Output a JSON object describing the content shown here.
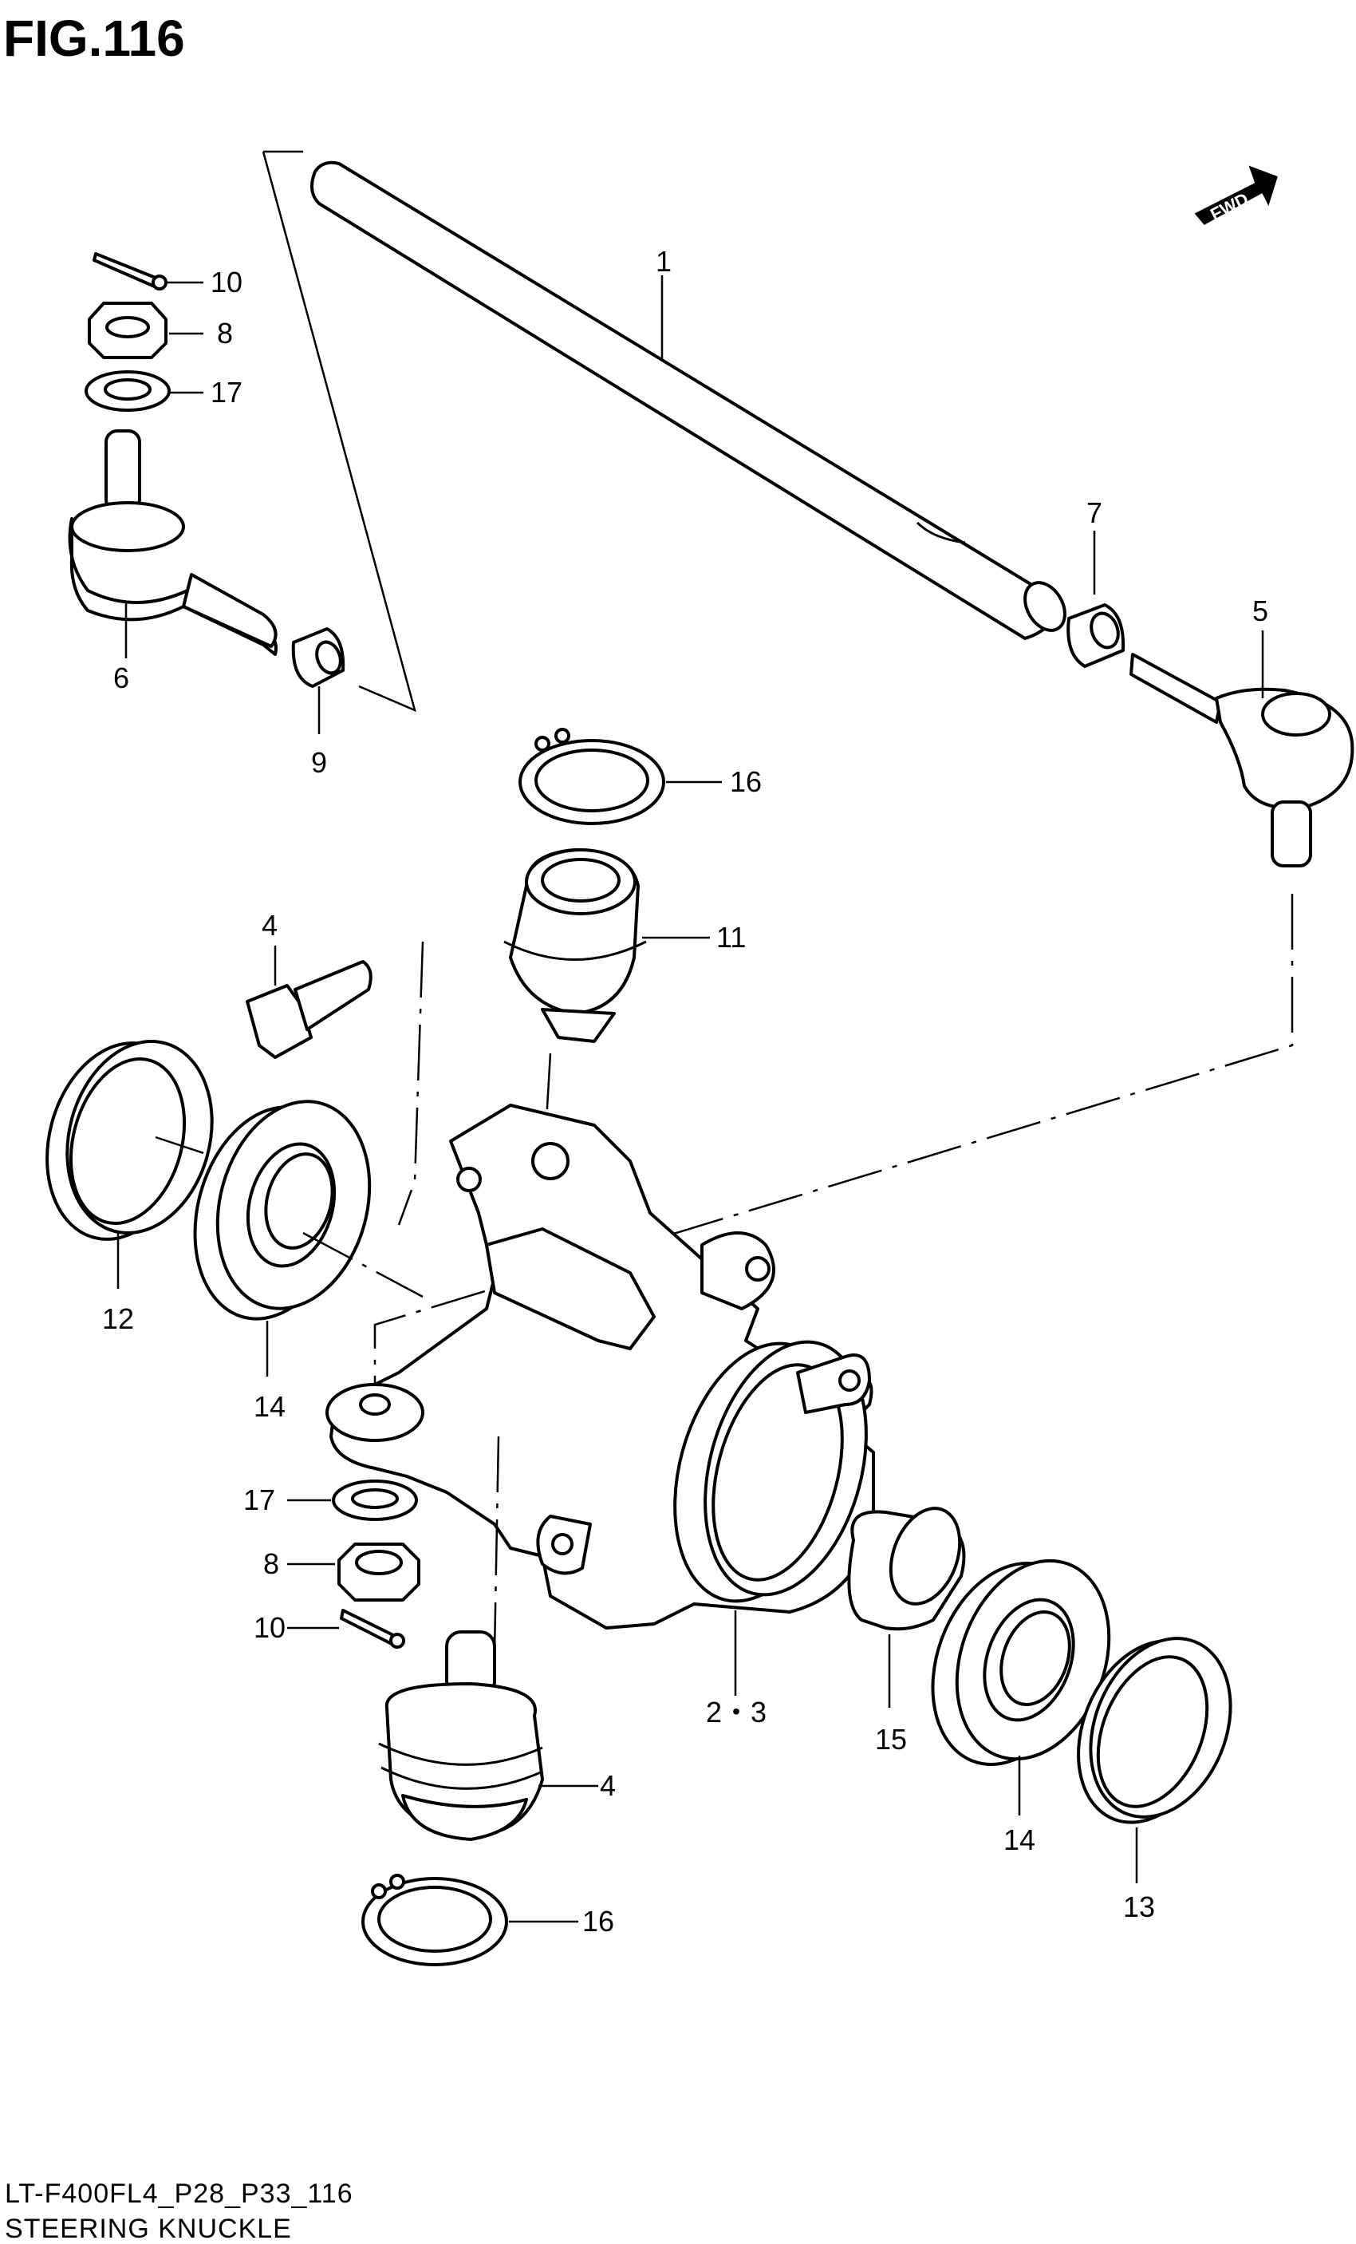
{
  "figure": {
    "title": "FIG.116",
    "model_code": "LT-F400FL4_P28_P33_116",
    "section_name": "STEERING KNUCKLE",
    "fwd_label": "FWD"
  },
  "callouts": [
    {
      "id": "c1",
      "text": "1"
    },
    {
      "id": "c10a",
      "text": "10"
    },
    {
      "id": "c8a",
      "text": "8"
    },
    {
      "id": "c17a",
      "text": "17"
    },
    {
      "id": "c6",
      "text": "6"
    },
    {
      "id": "c9",
      "text": "9"
    },
    {
      "id": "c7",
      "text": "7"
    },
    {
      "id": "c5",
      "text": "5"
    },
    {
      "id": "c16a",
      "text": "16"
    },
    {
      "id": "c11",
      "text": "11"
    },
    {
      "id": "c4a",
      "text": "4"
    },
    {
      "id": "c12",
      "text": "12"
    },
    {
      "id": "c14a",
      "text": "14"
    },
    {
      "id": "c17b",
      "text": "17"
    },
    {
      "id": "c8b",
      "text": "8"
    },
    {
      "id": "c10b",
      "text": "10"
    },
    {
      "id": "c23",
      "text": "2・3"
    },
    {
      "id": "c15",
      "text": "15"
    },
    {
      "id": "c14b",
      "text": "14"
    },
    {
      "id": "c4b",
      "text": "4"
    },
    {
      "id": "c13",
      "text": "13"
    },
    {
      "id": "c16b",
      "text": "16"
    }
  ]
}
